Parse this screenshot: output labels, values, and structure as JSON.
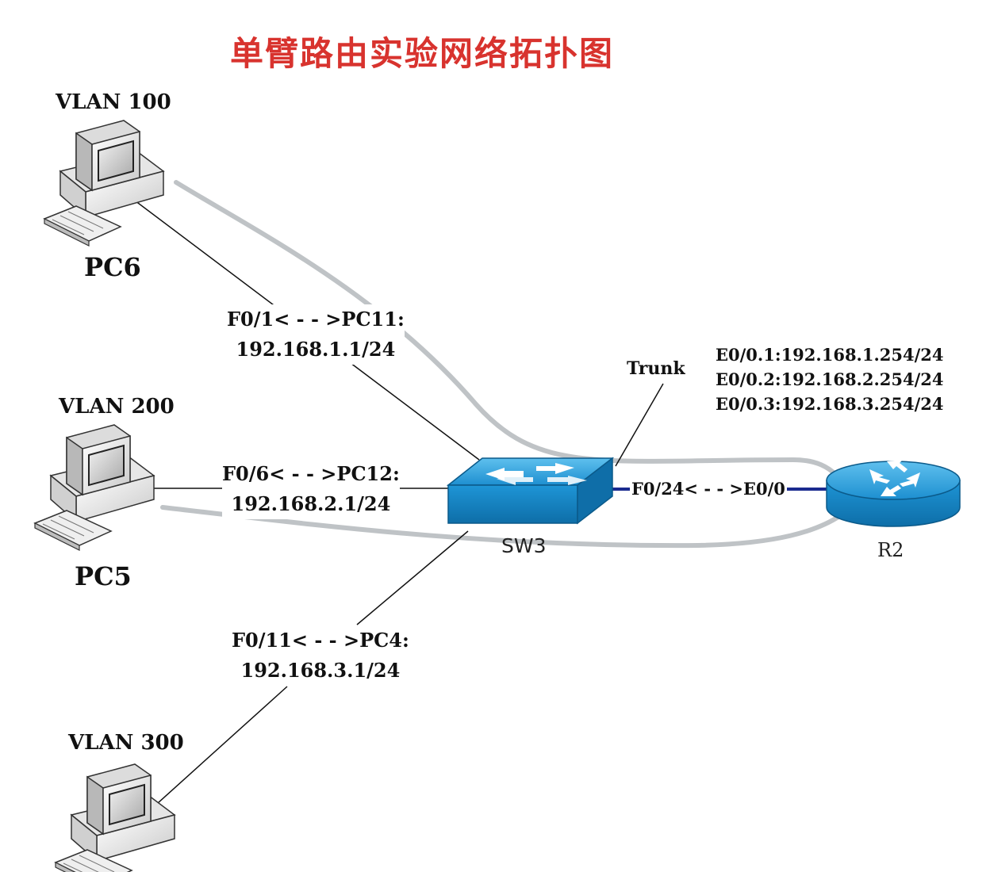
{
  "title": "单臂路由实验网络拓扑图",
  "pcs": [
    {
      "vlan": "VLAN 100",
      "name": "PC6"
    },
    {
      "vlan": "VLAN 200",
      "name": "PC5"
    },
    {
      "vlan": "VLAN 300",
      "name": ""
    }
  ],
  "links": [
    {
      "line1": "F0/1< - - >PC11:",
      "line2": "192.168.1.1/24"
    },
    {
      "line1": "F0/6< - - >PC12:",
      "line2": "192.168.2.1/24"
    },
    {
      "line1": "F0/11< - - >PC4:",
      "line2": "192.168.3.1/24"
    }
  ],
  "switch": {
    "name": "SW3"
  },
  "router": {
    "name": "R2",
    "subinterfaces": [
      "E0/0.1:192.168.1.254/24",
      "E0/0.2:192.168.2.254/24",
      "E0/0.3:192.168.3.254/24"
    ]
  },
  "trunk": {
    "label": "Trunk",
    "port_label": "F0/24< - - >E0/0"
  },
  "colors": {
    "title": "#d8332e",
    "device_blue": "#1d8fd0",
    "trunk_line": "#1a2a8f",
    "gray_cable": "#bfc3c6"
  }
}
